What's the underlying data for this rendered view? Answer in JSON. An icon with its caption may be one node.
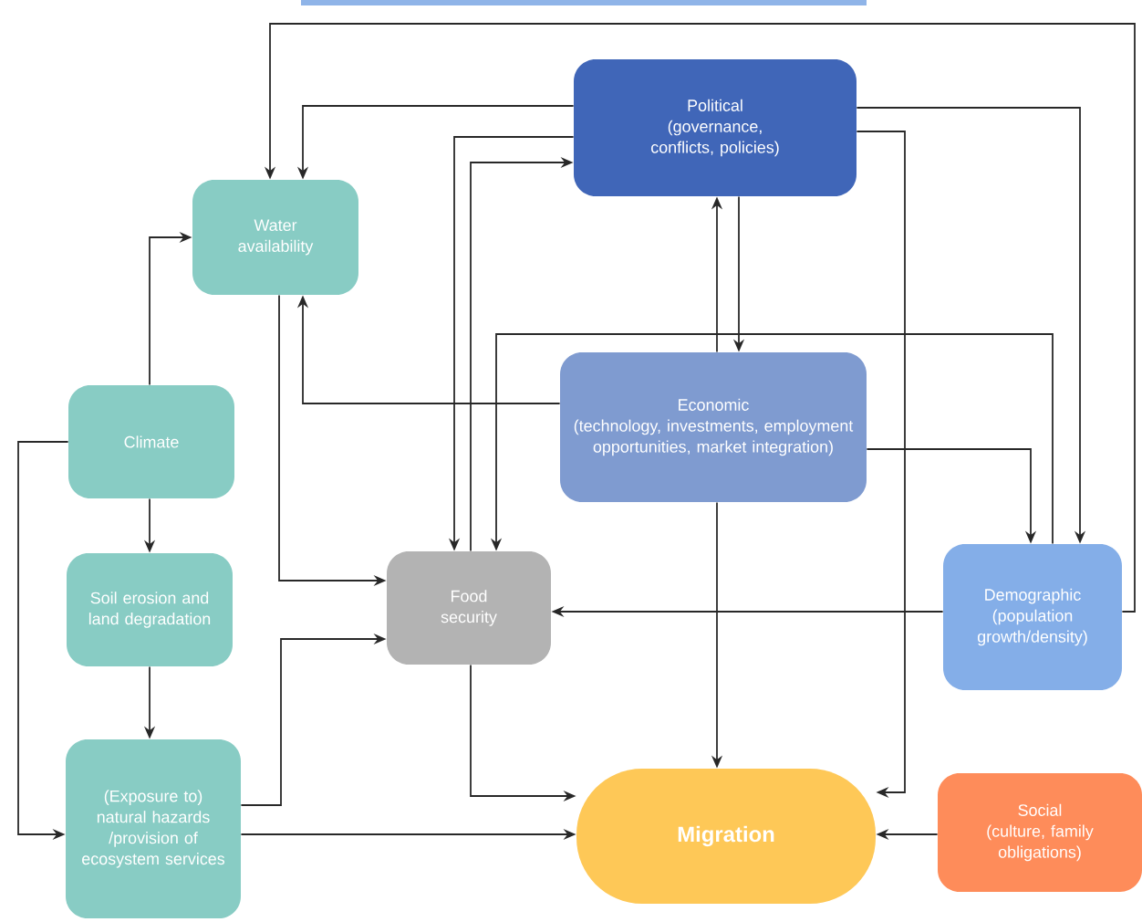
{
  "diagram": {
    "nodes": [
      {
        "text": [
          "Political",
          "(governance, conflicts, policies)"
        ]
      },
      {
        "text": [
          "Water availability"
        ]
      },
      {
        "text": [
          "Economic",
          "(technology, investments, employment opportunities, market integration)"
        ]
      },
      {
        "text": [
          "Climate"
        ]
      },
      {
        "text": [
          "Soil erosion and land degradation"
        ]
      },
      {
        "text": [
          "Food security"
        ]
      },
      {
        "text": [
          "Demographic",
          "(population growth/density)"
        ]
      },
      {
        "text": [
          "(Exposure to) natural hazards /provision of ecosystem services"
        ]
      },
      {
        "text": [
          "Migration"
        ]
      },
      {
        "text": [
          "Social",
          "(culture, family obligations)"
        ]
      }
    ],
    "edges": [
      {
        "from": 0,
        "to": 1,
        "arrow": "to"
      },
      {
        "from": 0,
        "to": 5,
        "arrow": "to"
      },
      {
        "from": 5,
        "to": 0,
        "arrow": "to"
      },
      {
        "from": 2,
        "to": 0,
        "arrow": "to"
      },
      {
        "from": 0,
        "to": 2,
        "arrow": "to"
      },
      {
        "from": 2,
        "to": 1,
        "arrow": "to"
      },
      {
        "from": 1,
        "to": 5,
        "arrow": "to"
      },
      {
        "from": 3,
        "to": 1,
        "arrow": "to"
      },
      {
        "from": 3,
        "to": 7,
        "arrow": "to"
      },
      {
        "from": 3,
        "to": 4,
        "arrow": "to"
      },
      {
        "from": 4,
        "to": 7,
        "arrow": "to"
      },
      {
        "from": 7,
        "to": 5,
        "arrow": "to"
      },
      {
        "from": 7,
        "to": 8,
        "arrow": "to"
      },
      {
        "from": 5,
        "to": 8,
        "arrow": "to"
      },
      {
        "from": 2,
        "to": 8,
        "arrow": "to"
      },
      {
        "from": 0,
        "to": 8,
        "arrow": "to"
      },
      {
        "from": 0,
        "to": 6,
        "arrow": "to"
      },
      {
        "from": 2,
        "to": 6,
        "arrow": "to"
      },
      {
        "from": 6,
        "to": 5,
        "arrow": "to"
      },
      {
        "from": 6,
        "to": 5,
        "arrow": "to"
      },
      {
        "from": 6,
        "to": 1,
        "arrow": "to"
      },
      {
        "from": 9,
        "to": 8,
        "arrow": "to"
      }
    ]
  }
}
